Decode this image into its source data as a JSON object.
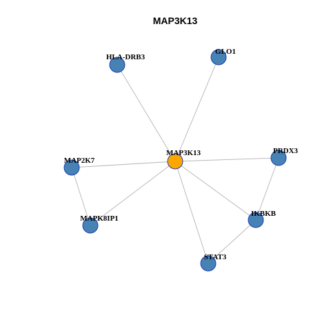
{
  "title": "MAP3K13",
  "colors": {
    "hub": "#FFA500",
    "neighbor": "#4682B4",
    "node_border": "#1E3FB0",
    "edge": "#B3B3B3"
  },
  "nodes": [
    {
      "id": "MAP3K13",
      "label": "MAP3K13",
      "role": "hub"
    },
    {
      "id": "HLA-DRB3",
      "label": "HLA-DRB3",
      "role": "neighbor"
    },
    {
      "id": "GLO1",
      "label": "GLO1",
      "role": "neighbor"
    },
    {
      "id": "PRDX3",
      "label": "PRDX3",
      "role": "neighbor"
    },
    {
      "id": "MAP2K7",
      "label": "MAP2K7",
      "role": "neighbor"
    },
    {
      "id": "MAPK8IP1",
      "label": "MAPK8IP1",
      "role": "neighbor"
    },
    {
      "id": "IKBKB",
      "label": "IKBKB",
      "role": "neighbor"
    },
    {
      "id": "STAT3",
      "label": "STAT3",
      "role": "neighbor"
    }
  ],
  "edges": [
    {
      "source": "MAP3K13",
      "target": "HLA-DRB3"
    },
    {
      "source": "MAP3K13",
      "target": "GLO1"
    },
    {
      "source": "MAP3K13",
      "target": "PRDX3"
    },
    {
      "source": "MAP3K13",
      "target": "MAP2K7"
    },
    {
      "source": "MAP3K13",
      "target": "MAPK8IP1"
    },
    {
      "source": "MAP3K13",
      "target": "IKBKB"
    },
    {
      "source": "MAP3K13",
      "target": "STAT3"
    },
    {
      "source": "MAP2K7",
      "target": "MAPK8IP1"
    },
    {
      "source": "PRDX3",
      "target": "IKBKB"
    },
    {
      "source": "IKBKB",
      "target": "STAT3"
    }
  ]
}
